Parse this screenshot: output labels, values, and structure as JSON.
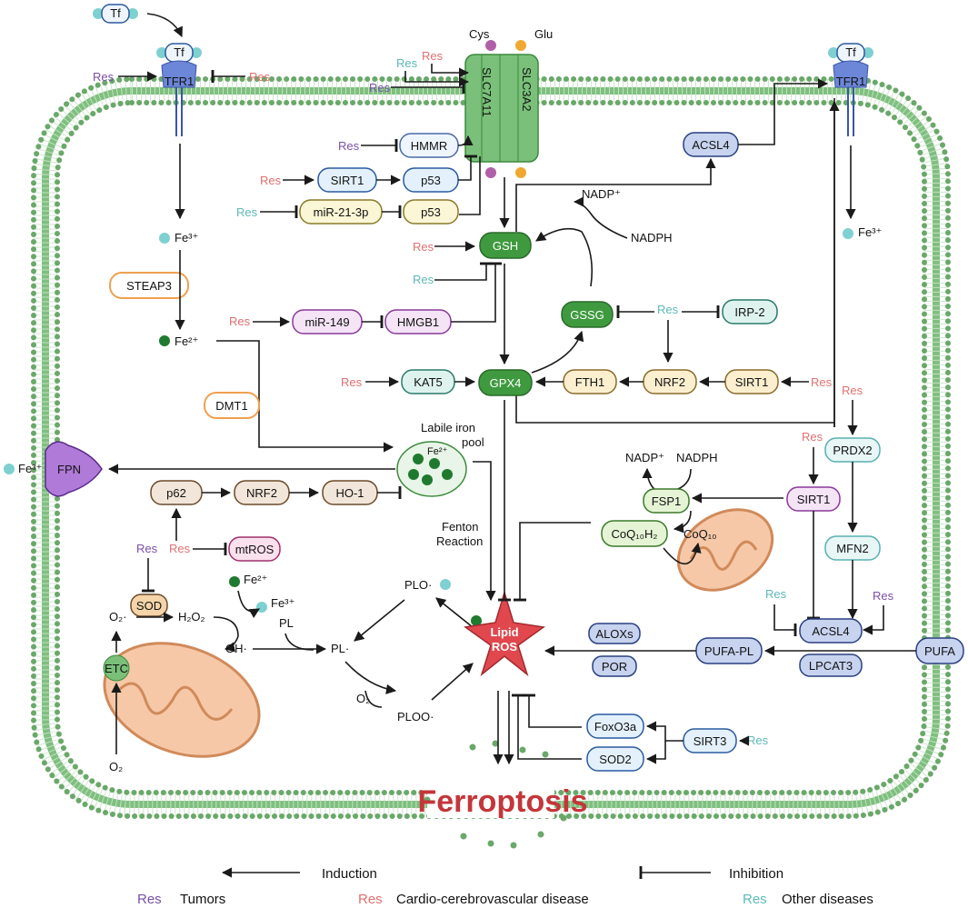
{
  "colors": {
    "tumors": "#7b4fa8",
    "cardio": "#e07070",
    "other": "#5fb8b8",
    "membrane": "#6aa86a",
    "ros": "#e0484e",
    "ferro_text": "#c4363a"
  },
  "labels": {
    "tf": "Tf",
    "tfr1": "TFR1",
    "cys": "Cys",
    "glu": "Glu",
    "slc7a11": "SLC7A11",
    "slc3a2": "SLC3A2",
    "hmmr": "HMMR",
    "sirt1": "SIRT1",
    "p53": "p53",
    "mir21": "miR-21-3p",
    "acsl4": "ACSL4",
    "nadp": "NADP⁺",
    "nadph": "NADPH",
    "gsh": "GSH",
    "gssg": "GSSG",
    "irp2": "IRP-2",
    "steap3": "STEAP3",
    "fe3": "Fe³⁺",
    "fe2": "Fe²⁺",
    "mir149": "miR-149",
    "hmgb1": "HMGB1",
    "kat5": "KAT5",
    "gpx4": "GPX4",
    "fth1": "FTH1",
    "nrf2": "NRF2",
    "dmt1": "DMT1",
    "labile": "Labile iron",
    "pool": "pool",
    "fpn": "FPN",
    "p62": "p62",
    "ho1": "HO-1",
    "prdx2": "PRDX2",
    "mfn2": "MFN2",
    "fsp1": "FSP1",
    "coq10h2": "CoQ₁₀H₂",
    "coq10": "CoQ₁₀",
    "fenton": "Fenton",
    "reaction": "Reaction",
    "mtros": "mtROS",
    "sod": "SOD",
    "o2rad": "O₂·",
    "h2o2": "H₂O₂",
    "oh": "OH·",
    "pl": "PL",
    "plrad": "PL·",
    "plo": "PLO·",
    "o2": "O₂",
    "ploo": "PLOO·",
    "lipid": "Lipid",
    "ros": "ROS",
    "aloxs": "ALOXs",
    "por": "POR",
    "pufapl": "PUFA-PL",
    "lpcat3": "LPCAT3",
    "pufa": "PUFA",
    "foxo3a": "FoxO3a",
    "sod2": "SOD2",
    "sirt3": "SIRT3",
    "etc": "ETC",
    "res": "Res",
    "ferroptosis": "Ferroptosis"
  },
  "legend": {
    "induction": "Induction",
    "inhibition": "Inhibition",
    "res": "Res",
    "tumors": "Tumors",
    "cardio": "Cardio-cerebrovascular disease",
    "other": "Other diseases"
  }
}
